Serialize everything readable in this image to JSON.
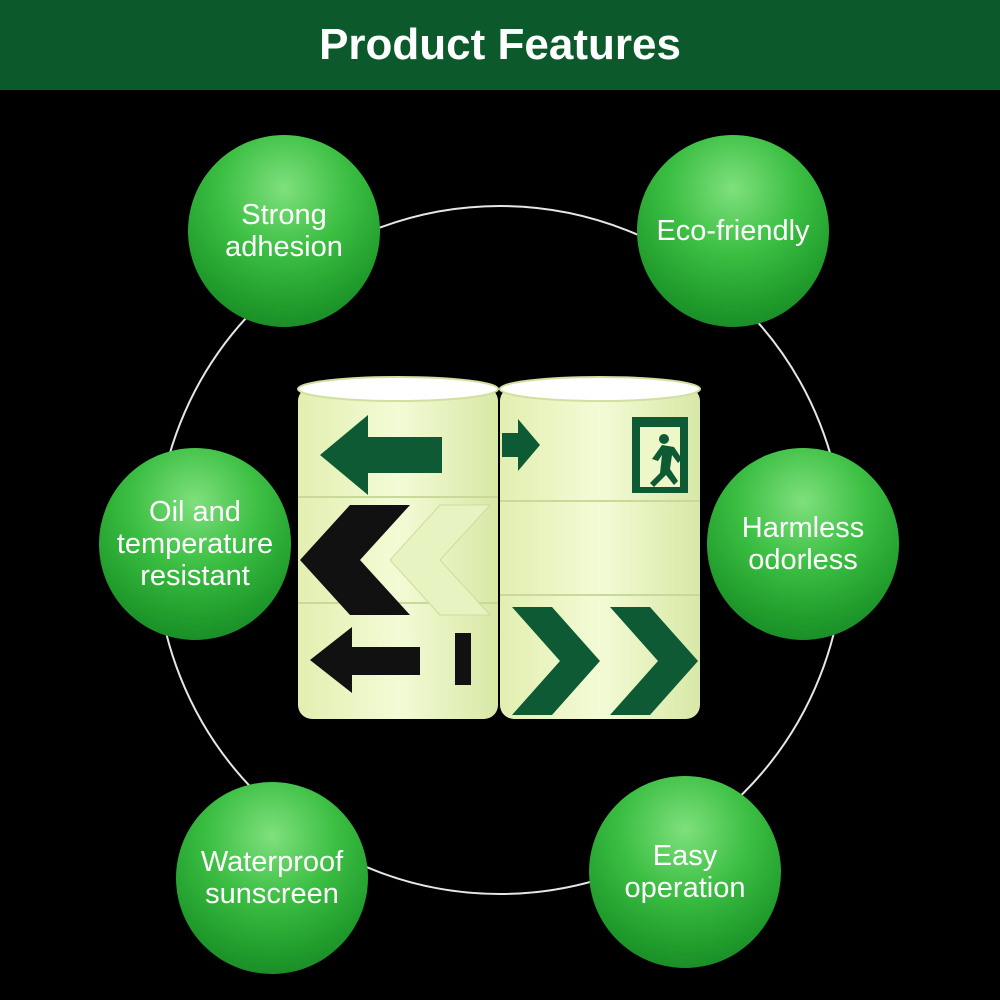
{
  "header": {
    "title": "Product Features"
  },
  "features": [
    "Strong adhesion",
    "Eco-friendly",
    "Oil and temperature resistant",
    "Harmless odorless",
    "Waterproof sunscreen",
    "Easy operation"
  ],
  "colors": {
    "header_bg": "#0c5a2c",
    "bubble_green": "#2aad36",
    "tape_glow": "#eef7c8",
    "arrow_green": "#0d5a34"
  },
  "product": {
    "icons": [
      "left-arrow-icon",
      "right-arrow-icon",
      "exit-sign-icon",
      "chevron-left-icon",
      "chevron-right-icon"
    ]
  }
}
